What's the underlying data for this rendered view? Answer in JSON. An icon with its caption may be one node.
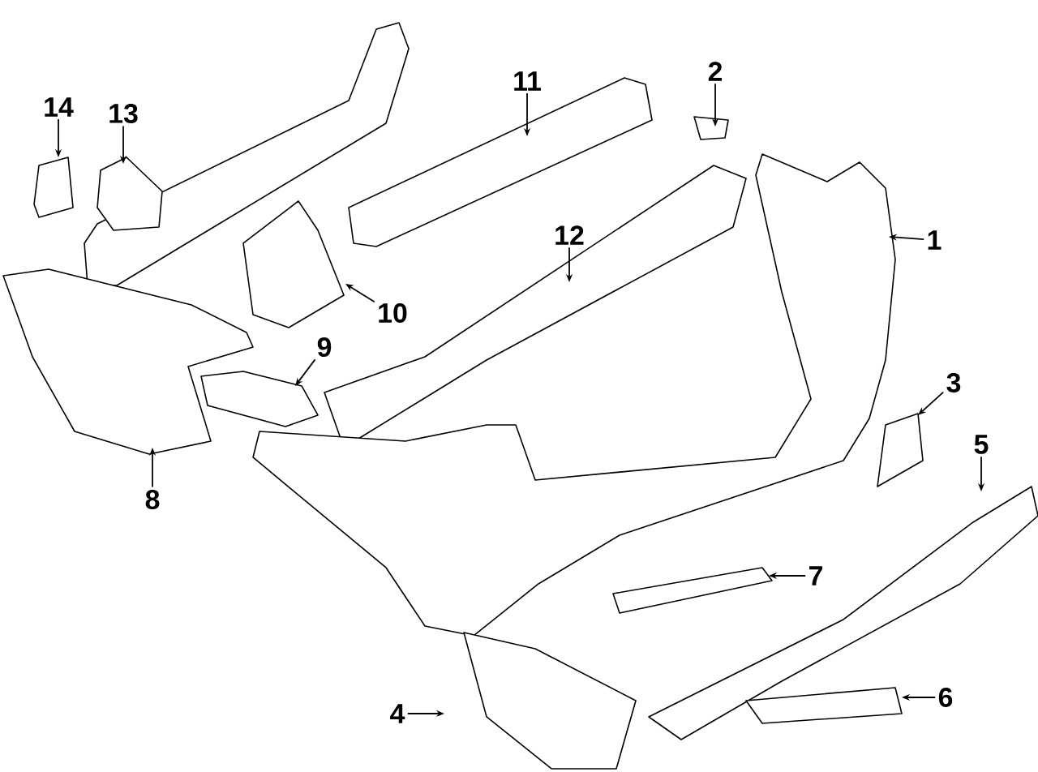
{
  "diagram": {
    "nodes": [
      {
        "text": [
          "1"
        ]
      },
      {
        "text": [
          "2"
        ]
      },
      {
        "text": [
          "3"
        ]
      },
      {
        "text": [
          "4"
        ]
      },
      {
        "text": [
          "5"
        ]
      },
      {
        "text": [
          "6"
        ]
      },
      {
        "text": [
          "7"
        ]
      },
      {
        "text": [
          "8"
        ]
      },
      {
        "text": [
          "9"
        ]
      },
      {
        "text": [
          "10"
        ]
      },
      {
        "text": [
          "11"
        ]
      },
      {
        "text": [
          "12"
        ]
      },
      {
        "text": [
          "13"
        ]
      },
      {
        "text": [
          "14"
        ]
      }
    ],
    "edges": [
      {
        "from": 0,
        "to": null,
        "arrow": "to"
      },
      {
        "from": 1,
        "to": null,
        "arrow": "to"
      },
      {
        "from": 2,
        "to": null,
        "arrow": "to"
      },
      {
        "from": 3,
        "to": null,
        "arrow": "to"
      },
      {
        "from": 4,
        "to": null,
        "arrow": "to"
      },
      {
        "from": 5,
        "to": null,
        "arrow": "to"
      },
      {
        "from": 6,
        "to": null,
        "arrow": "to"
      },
      {
        "from": 7,
        "to": null,
        "arrow": "to"
      },
      {
        "from": 8,
        "to": null,
        "arrow": "to"
      },
      {
        "from": 9,
        "to": null,
        "arrow": "to"
      },
      {
        "from": 10,
        "to": null,
        "arrow": "to"
      },
      {
        "from": 11,
        "to": null,
        "arrow": "to"
      },
      {
        "from": 12,
        "to": null,
        "arrow": "to"
      },
      {
        "from": 13,
        "to": null,
        "arrow": "to"
      }
    ]
  }
}
